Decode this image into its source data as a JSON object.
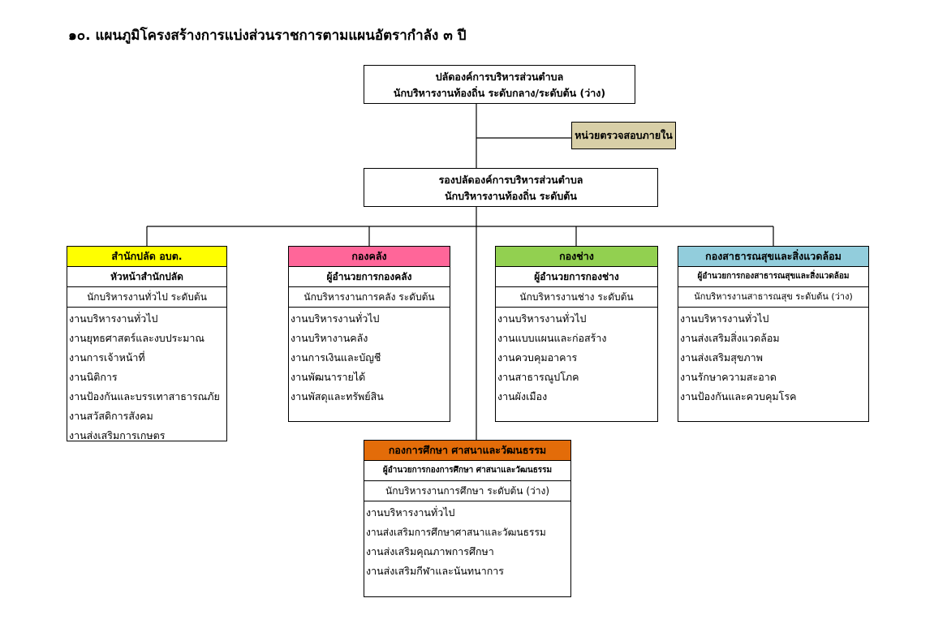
{
  "title": "๑๐. แผนภูมิโครงสร้างการแบ่งส่วนราชการตามแผนอัตรากำลัง ๓ ปี",
  "top": {
    "line1": "ปลัดองค์การบริหารส่วนตำบล",
    "line2": "นักบริหารงานท้องถิ่น ระดับกลาง/ระดับต้น (ว่าง)"
  },
  "audit": "หน่วยตรวจสอบภายใน",
  "deputy": {
    "line1": "รองปลัดองค์การบริหารส่วนตำบล",
    "line2": "นักบริหารงานท้องถิ่น ระดับต้น"
  },
  "colors": {
    "dept1": "#ffff00",
    "dept2": "#ff6699",
    "dept3": "#92d050",
    "dept4": "#92cddc",
    "dept5": "#e36c09",
    "audit": "#d8cfa7"
  },
  "depts": [
    {
      "header": "สำนักปลัด อบต.",
      "director": "หัวหน้าสำนักปลัด",
      "position": "นักบริหารงานทั่วไป ระดับต้น",
      "items": [
        "งานบริหารงานทั่วไป",
        "งานยุทธศาสตร์และงบประมาณ",
        "งานการเจ้าหน้าที่",
        "งานนิติการ",
        "งานป้องกันและบรรเทาสาธารณภัย",
        "งานสวัสดิการสังคม",
        "งานส่งเสริมการเกษตร"
      ]
    },
    {
      "header": "กองคลัง",
      "director": "ผู้อำนวยการกองคลัง",
      "position": "นักบริหารงานการคลัง ระดับต้น",
      "items": [
        "งานบริหารงานทั่วไป",
        "งานบริหางานคลัง",
        "งานการเงินและบัญชี",
        "งานพัฒนารายได้",
        "งานพัสดุและทรัพย์สิน"
      ]
    },
    {
      "header": "กองช่าง",
      "director": "ผู้อำนวยการกองช่าง",
      "position": "นักบริหารงานช่าง  ระดับต้น",
      "items": [
        "งานบริหารงานทั่วไป",
        "งานแบบแผนและก่อสร้าง",
        "งานควบคุมอาคาร",
        "งานสาธารณูปโภค",
        "งานผังเมือง"
      ]
    },
    {
      "header": "กองสาธารณสุขและสิ่งแวดล้อม",
      "director": "ผู้อำนวยการกองสาธารณสุขและสิ่งแวดล้อม",
      "position": "นักบริหารงานสาธารณสุข ระดับต้น (ว่าง)",
      "items": [
        "งานบริหารงานทั่วไป",
        "งานส่งเสริมสิ่งแวดล้อม",
        "งานส่งเสริมสุขภาพ",
        "งานรักษาความสะอาด",
        "งานป้องกันและควบคุมโรค"
      ]
    },
    {
      "header": "กองการศึกษา ศาสนาและวัฒนธรรม",
      "director": "ผู้อำนวยการกองการศึกษา  ศาสนาและวัฒนธรรม",
      "position": "นักบริหารงานการศึกษา ระดับต้น (ว่าง)",
      "items": [
        "งานบริหารงานทั่วไป",
        "งานส่งเสริมการศึกษาศาสนาและวัฒนธรรม",
        "งานส่งเสริมคุณภาพการศึกษา",
        "งานส่งเสริมกีฬาและนันทนาการ"
      ]
    }
  ]
}
